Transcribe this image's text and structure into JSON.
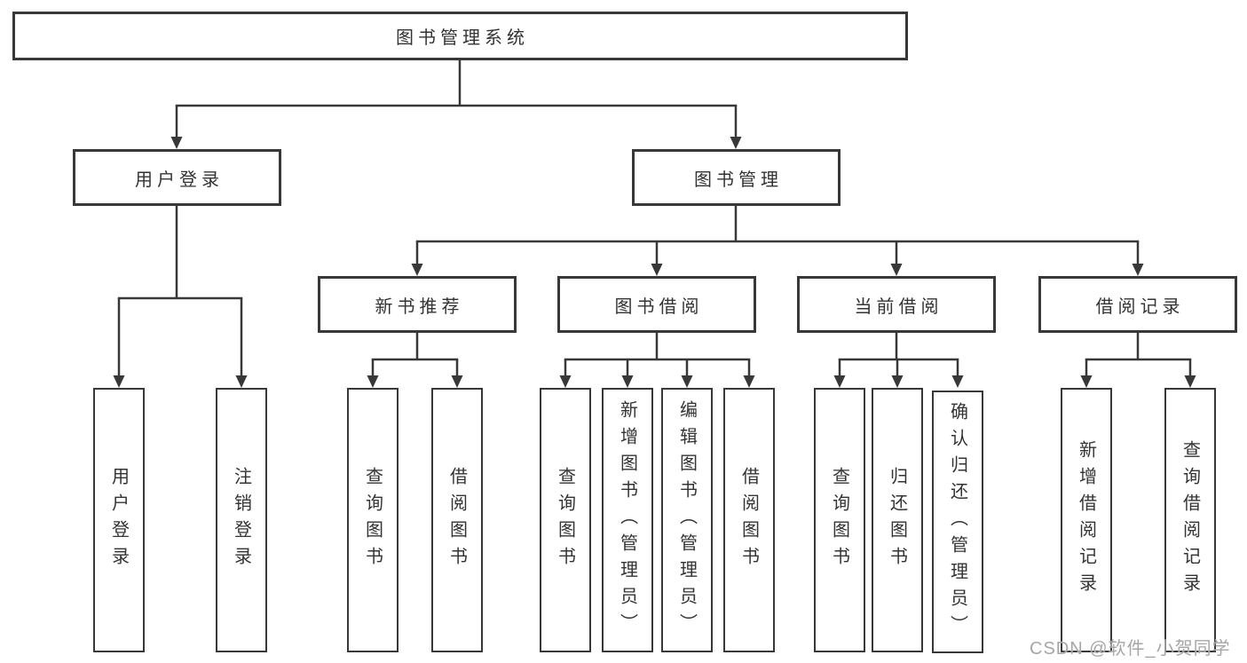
{
  "diagram": {
    "root": {
      "label": "图书管理系统"
    },
    "branches": [
      {
        "label": "用户登录",
        "children": [
          {
            "label": "用户登录"
          },
          {
            "label": "注销登录"
          }
        ]
      },
      {
        "label": "图书管理",
        "children": [
          {
            "label": "新书推荐",
            "children": [
              {
                "label": "查询图书"
              },
              {
                "label": "借阅图书"
              }
            ]
          },
          {
            "label": "图书借阅",
            "children": [
              {
                "label": "查询图书"
              },
              {
                "label": "新增图书（管理员）"
              },
              {
                "label": "编辑图书（管理员）"
              },
              {
                "label": "借阅图书"
              }
            ]
          },
          {
            "label": "当前借阅",
            "children": [
              {
                "label": "查询图书"
              },
              {
                "label": "归还图书"
              },
              {
                "label": "确认归还（管理员）"
              }
            ]
          },
          {
            "label": "借阅记录",
            "children": [
              {
                "label": "新增借阅记录"
              },
              {
                "label": "查询借阅记录"
              }
            ]
          }
        ]
      }
    ]
  },
  "watermark": "CSDN @软件_小贺同学",
  "colors": {
    "line": "#383838",
    "box_border": "#383838",
    "text": "#333333",
    "background": "#ffffff",
    "watermark": "#a6a6a6"
  }
}
